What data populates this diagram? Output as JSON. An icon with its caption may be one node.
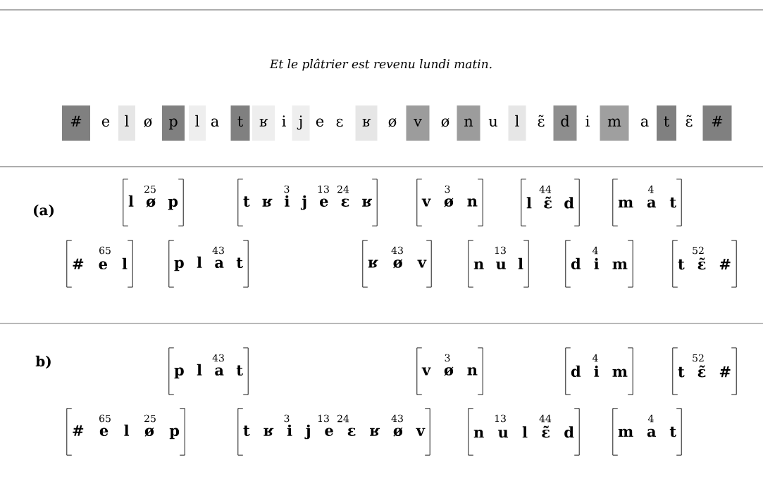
{
  "diagram": {
    "nodes": [
      {
        "text": [
          "#"
        ]
      },
      {
        "text": [
          "l"
        ]
      },
      {
        "text": [
          "p"
        ]
      },
      {
        "text": [
          "l"
        ]
      },
      {
        "text": [
          "t"
        ]
      },
      {
        "text": [
          "ʁ"
        ]
      },
      {
        "text": [
          "j"
        ]
      },
      {
        "text": [
          "ʁ"
        ]
      },
      {
        "text": [
          "v"
        ]
      },
      {
        "text": [
          "n"
        ]
      },
      {
        "text": [
          "l"
        ]
      },
      {
        "text": [
          "d"
        ]
      },
      {
        "text": [
          "m"
        ]
      },
      {
        "text": [
          "t"
        ]
      },
      {
        "text": [
          "#"
        ]
      },
      {
        "text": [
          "25",
          "l ø p"
        ]
      },
      {
        "text": [
          "3",
          "13",
          "24",
          "t ʁ i j e ɛ ʁ"
        ]
      },
      {
        "text": [
          "3",
          "v ø n"
        ]
      },
      {
        "text": [
          "44",
          "l ɛ̃ d"
        ]
      },
      {
        "text": [
          "4",
          "m a t"
        ]
      },
      {
        "text": [
          "65",
          "# e l"
        ]
      },
      {
        "text": [
          "43",
          "p l a t"
        ]
      },
      {
        "text": [
          "43",
          "ʁ ø v"
        ]
      },
      {
        "text": [
          "13",
          "n u l"
        ]
      },
      {
        "text": [
          "4",
          "d i m"
        ]
      },
      {
        "text": [
          "52",
          "t ɛ̃ #"
        ]
      },
      {
        "text": [
          "43",
          "p l a t"
        ]
      },
      {
        "text": [
          "3",
          "v ø n"
        ]
      },
      {
        "text": [
          "4",
          "d i m"
        ]
      },
      {
        "text": [
          "52",
          "t ɛ̃ #"
        ]
      },
      {
        "text": [
          "65",
          "25",
          "# e l ø p"
        ]
      },
      {
        "text": [
          "3",
          "13",
          "24",
          "43",
          "t ʁ i j e ɛ ʁ ø v"
        ]
      },
      {
        "text": [
          "13",
          "44",
          "n u l ɛ̃ d"
        ]
      },
      {
        "text": [
          "4",
          "m a t"
        ]
      }
    ],
    "labels": [
      "Et le plâtrier est revenu lundi matin.",
      "e",
      "ø",
      "a",
      "i",
      "e",
      "ɛ",
      "ø",
      "ø",
      "u",
      "ɛ̃",
      "i",
      "a",
      "ɛ̃",
      "(a)",
      "b)"
    ]
  }
}
